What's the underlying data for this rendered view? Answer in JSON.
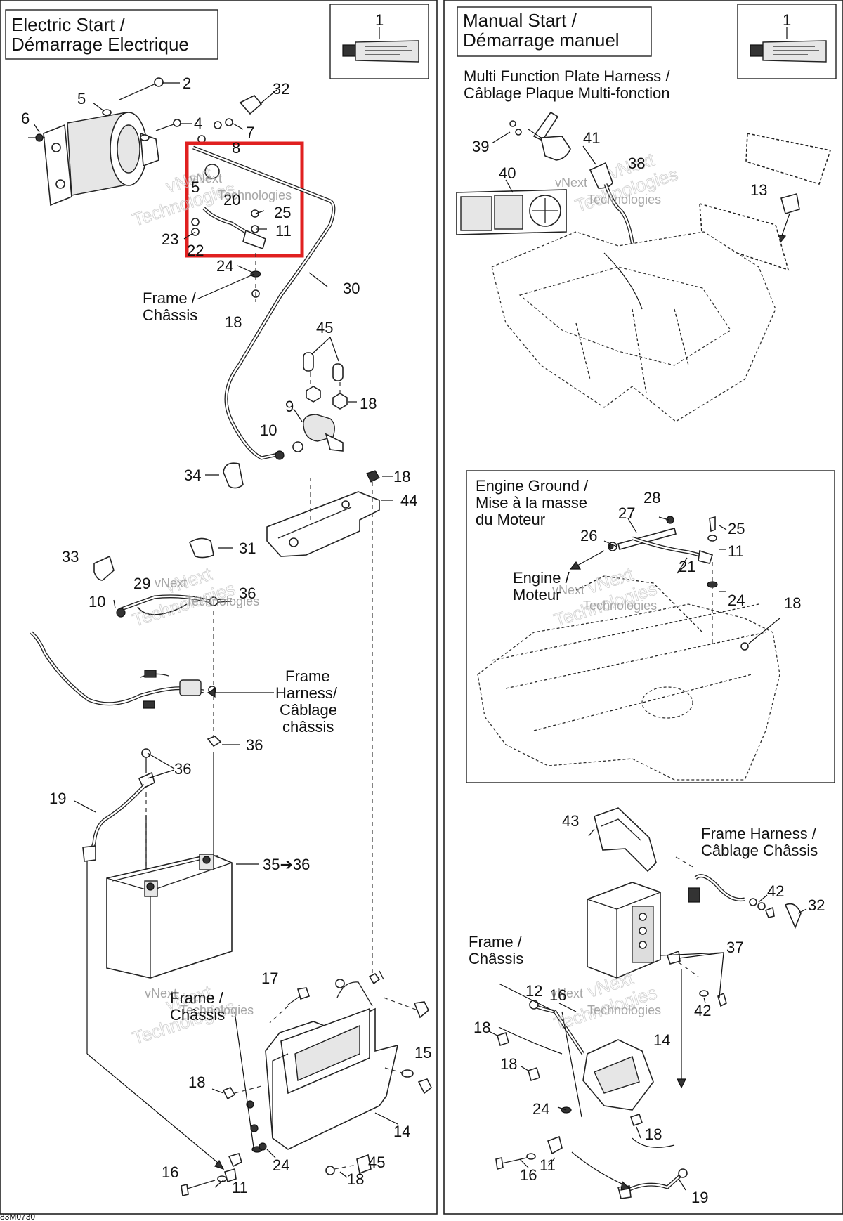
{
  "left_panel": {
    "title_line1": "Electric Start /",
    "title_line2": "Démarrage Electrique",
    "inset_number": "1"
  },
  "right_panel": {
    "title_line1": "Manual Start /",
    "title_line2": "Démarrage manuel",
    "inset_number": "1",
    "harness_label_line1": "Multi Function Plate Harness /",
    "harness_label_line2": "Câblage Plaque Multi-fonction",
    "engine_ground_line1": "Engine Ground /",
    "engine_ground_line2": "Mise à la masse",
    "engine_ground_line3": "du Moteur",
    "engine_line1": "Engine /",
    "engine_line2": "Moteur",
    "frame_harness_line1": "Frame Harness /",
    "frame_harness_line2": "Câblage Châssis",
    "frame_line1": "Frame /",
    "frame_line2": "Châssis"
  },
  "annotations": {
    "frame_line1": "Frame /",
    "frame_line2": "Châssis",
    "frame_harness_line1": "Frame",
    "frame_harness_line2": "Harness/",
    "frame_harness_line3": "Câblage",
    "frame_harness_line4": "châssis",
    "frame_lower_line1": "Frame /",
    "frame_lower_line2": "Châssis"
  },
  "callouts": {
    "l2": "2",
    "l32": "32",
    "l5a": "5",
    "l6": "6",
    "l4": "4",
    "l7": "7",
    "l8": "8",
    "l5b": "5",
    "l20": "20",
    "l25": "25",
    "l11": "11",
    "l23": "23",
    "l22": "22",
    "l24": "24",
    "l30": "30",
    "l18a": "18",
    "l45a": "45",
    "l18b": "18",
    "l9": "9",
    "l10a": "10",
    "l34": "34",
    "l18c": "18",
    "l44": "44",
    "l31": "31",
    "l33": "33",
    "l29": "29",
    "l36a": "36",
    "l10b": "10",
    "l36b": "36",
    "l36c": "36",
    "l19a": "19",
    "l35": "35➔36",
    "l17": "17",
    "l15": "15",
    "l18d": "18",
    "l14a": "14",
    "l24b": "24",
    "l45b": "45",
    "l16a": "16",
    "l11b": "11",
    "l18e": "18",
    "r39": "39",
    "r41": "41",
    "r38": "38",
    "r40": "40",
    "r13": "13",
    "r28": "28",
    "r27": "27",
    "r25": "25",
    "r26": "26",
    "r11": "11",
    "r21": "21",
    "r24": "24",
    "r18a": "18",
    "r43": "43",
    "r42a": "42",
    "r32": "32",
    "r37": "37",
    "r16a": "16",
    "r12": "12",
    "r42b": "42",
    "r18b": "18",
    "r14": "14",
    "r18c": "18",
    "r24b": "24",
    "r18d": "18",
    "r16b": "16",
    "r11b": "11",
    "r19": "19"
  },
  "watermark": {
    "line1": "vNext",
    "line2": "Technologies"
  },
  "highlight_color": "#e02020",
  "drawing_code": "83M0730"
}
